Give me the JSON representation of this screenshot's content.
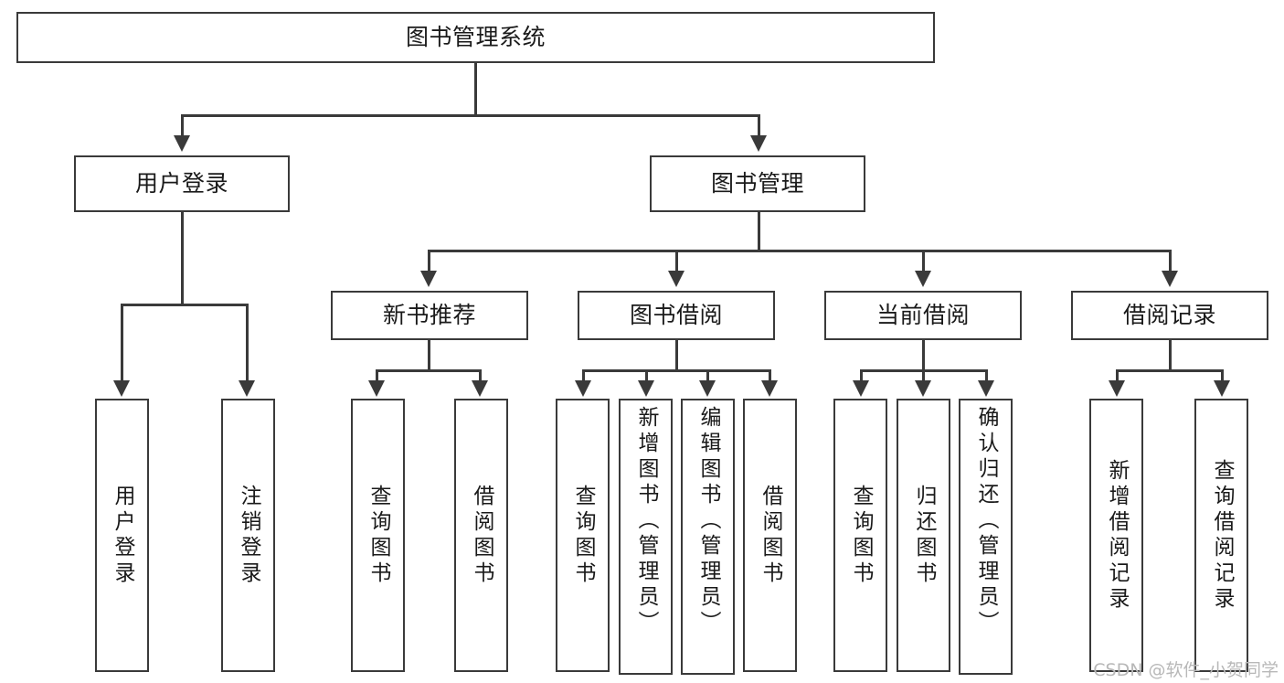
{
  "diagram": {
    "title": "图书管理系统",
    "type": "tree-hierarchy",
    "root": {
      "label": "图书管理系统"
    },
    "level1": [
      {
        "label": "用户登录"
      },
      {
        "label": "图书管理"
      }
    ],
    "level2": [
      {
        "label": "新书推荐",
        "parent": "图书管理"
      },
      {
        "label": "图书借阅",
        "parent": "图书管理"
      },
      {
        "label": "当前借阅",
        "parent": "图书管理"
      },
      {
        "label": "借阅记录",
        "parent": "图书管理"
      }
    ],
    "leaves": {
      "user_login": [
        {
          "label": "用户登录"
        },
        {
          "label": "注销登录"
        }
      ],
      "new_book": [
        {
          "label": "查询图书"
        },
        {
          "label": "借阅图书"
        }
      ],
      "borrow_book": [
        {
          "label": "查询图书"
        },
        {
          "label": "新增图书（管理员）"
        },
        {
          "label": "编辑图书（管理员）"
        },
        {
          "label": "借阅图书"
        }
      ],
      "current_borrow": [
        {
          "label": "查询图书"
        },
        {
          "label": "归还图书"
        },
        {
          "label": "确认归还（管理员）"
        }
      ],
      "borrow_record": [
        {
          "label": "新增借阅记录"
        },
        {
          "label": "查询借阅记录"
        }
      ]
    }
  },
  "watermark": {
    "text": "CSDN @软件_小贺同学"
  },
  "colors": {
    "stroke": "#3a3a3a",
    "text": "#1a1a1a",
    "background": "#ffffff",
    "watermark": "#b8b8b8"
  }
}
